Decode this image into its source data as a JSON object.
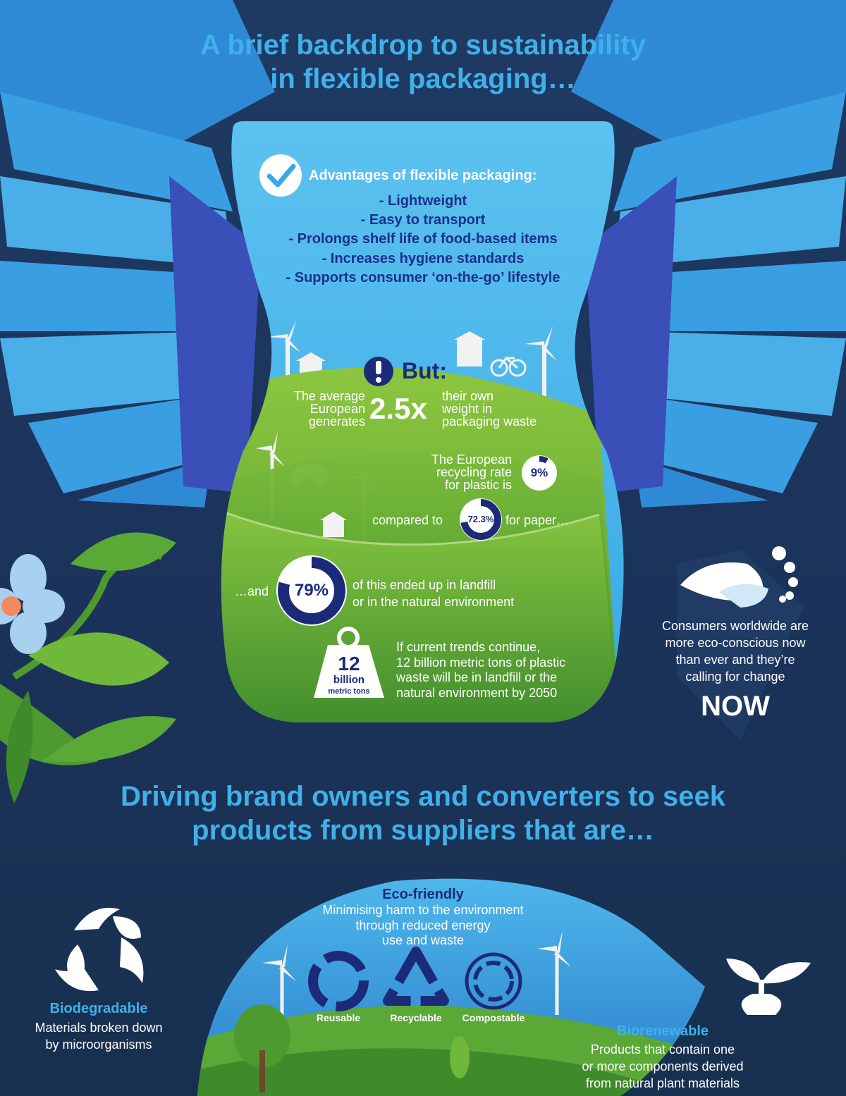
{
  "header": {
    "title_line1": "A brief backdrop to sustainability",
    "title_line2": "in flexible packaging…"
  },
  "advantages": {
    "heading": "Advantages of flexible packaging:",
    "items": [
      "- Lightweight",
      "- Easy to transport",
      "- Prolongs shelf life of food-based items",
      "- Increases hygiene standards",
      "- Supports consumer ‘on-the-go’ lifestyle"
    ]
  },
  "but": {
    "label": "But:",
    "stat1_left": [
      "The average",
      "European",
      "generates"
    ],
    "stat1_value": "2.5x",
    "stat1_right": [
      "their own",
      "weight in",
      "packaging waste"
    ],
    "recycling_text": [
      "The European",
      "recycling rate",
      "for plastic is"
    ],
    "plastic_rate": "9%",
    "compared_label": "compared to",
    "paper_rate": "72.3%",
    "paper_label": "for paper…",
    "landfill_prefix": "…and",
    "landfill_rate": "79%",
    "landfill_text": [
      "of this ended up in landfill",
      "or in the natural environment"
    ],
    "weight_value": "12",
    "weight_unit1": "billion",
    "weight_unit2": "metric tons",
    "trend_text": [
      "If current trends continue,",
      "12 billion metric tons of plastic",
      "waste will be in landfill or the",
      "natural environment by 2050"
    ]
  },
  "consumers": {
    "text": [
      "Consumers worldwide are",
      "more eco-conscious now",
      "than ever and they’re",
      "calling for change"
    ],
    "emphasis": "NOW"
  },
  "section2": {
    "title_line1": "Driving brand owners and converters to seek",
    "title_line2": "products from suppliers that are…"
  },
  "eco": {
    "title": "Eco-friendly",
    "desc": [
      "Minimising harm to the environment",
      "through reduced energy",
      "use and waste"
    ]
  },
  "icons": {
    "reusable": "Reusable",
    "recyclable": "Recyclable",
    "compostable": "Compostable"
  },
  "biodegradable": {
    "title": "Biodegradable",
    "desc": [
      "Materials broken down",
      "by microorganisms"
    ]
  },
  "biorenewable": {
    "title": "Biorenewable",
    "desc": [
      "Products that contain one",
      "or more components derived",
      "from natural plant materials"
    ]
  },
  "colors": {
    "title_blue": "#3fb1ea",
    "navy": "#1b2b7a",
    "green": "#6fb83a",
    "background": "#1b3358"
  }
}
